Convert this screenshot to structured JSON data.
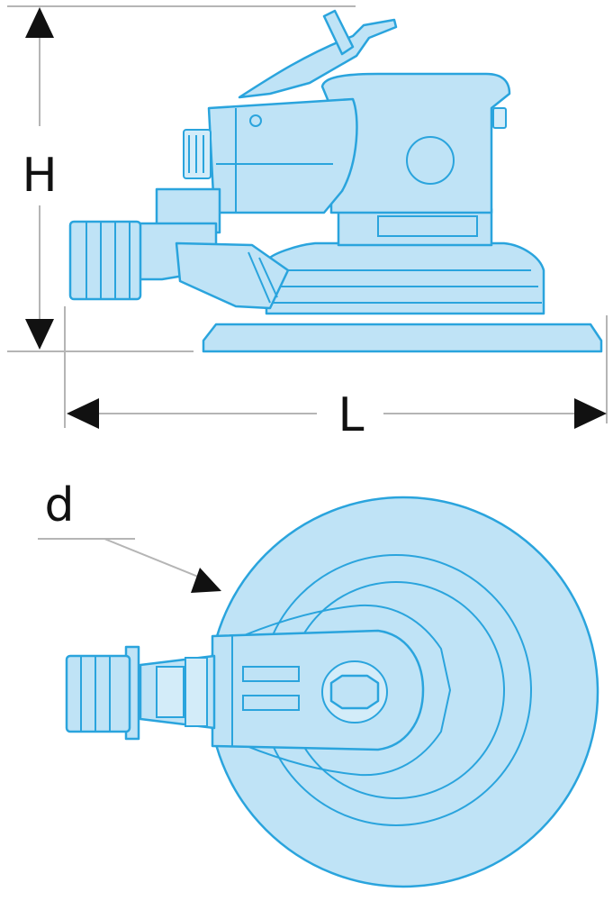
{
  "dimensions": {
    "height_label": "H",
    "length_label": "L",
    "diameter_label": "d"
  },
  "colors": {
    "tool_fill": "#bfe3f6",
    "tool_stroke": "#2aa4dd",
    "arrow": "#111111",
    "dimension_line": "#b5b5b5"
  },
  "views": {
    "side": "side-view",
    "top": "top-view"
  }
}
